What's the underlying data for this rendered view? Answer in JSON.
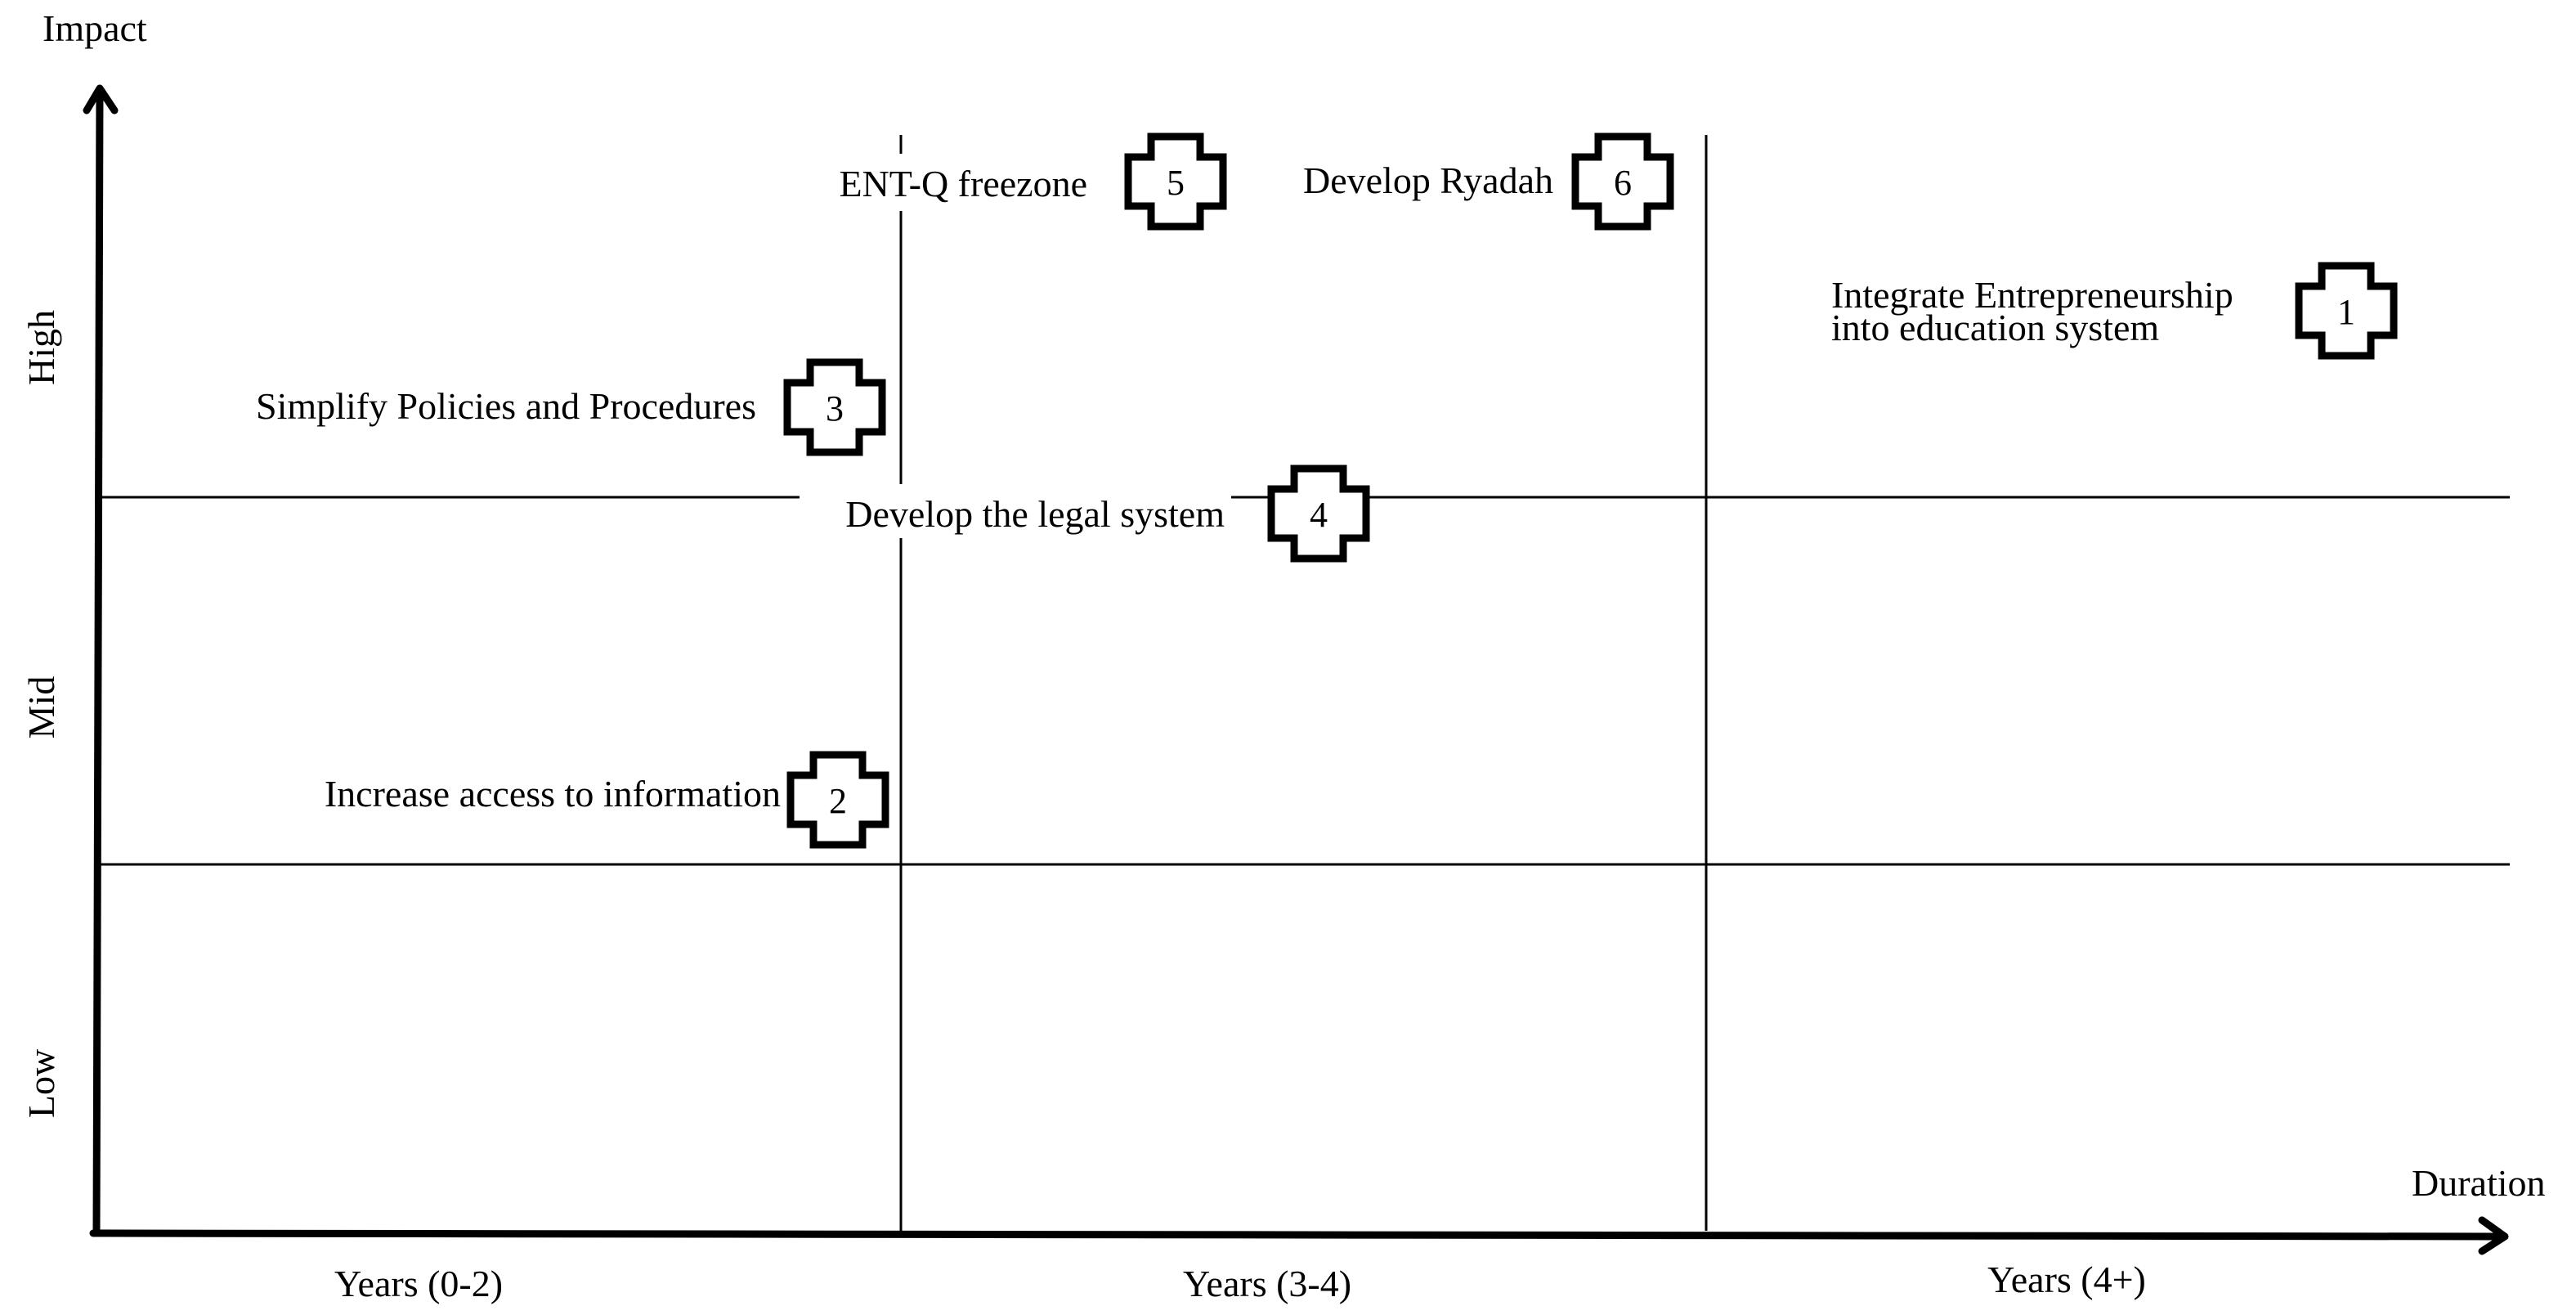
{
  "axes": {
    "y_title": "Impact",
    "x_title": "Duration",
    "y_levels": [
      "High",
      "Mid",
      "Low"
    ],
    "x_periods": [
      "Years (0-2)",
      "Years (3-4)",
      "Years (4+)"
    ]
  },
  "initiatives": [
    {
      "number": "1",
      "label_lines": [
        "Integrate Entrepreneurship",
        "into education system"
      ],
      "impact": "High",
      "duration": "Years (4+)"
    },
    {
      "number": "2",
      "label_lines": [
        "Increase access to information"
      ],
      "impact": "Mid",
      "duration": "Years (0-2)"
    },
    {
      "number": "3",
      "label_lines": [
        "Simplify Policies and Procedures"
      ],
      "impact": "High",
      "duration": "Years (0-2)"
    },
    {
      "number": "4",
      "label_lines": [
        "Develop the legal system"
      ],
      "impact": "High",
      "duration": "Years (3-4)"
    },
    {
      "number": "5",
      "label_lines": [
        "ENT-Q freezone"
      ],
      "impact": "High",
      "duration": "Years (3-4)"
    },
    {
      "number": "6",
      "label_lines": [
        "Develop Ryadah"
      ],
      "impact": "High",
      "duration": "Years (3-4)"
    }
  ]
}
